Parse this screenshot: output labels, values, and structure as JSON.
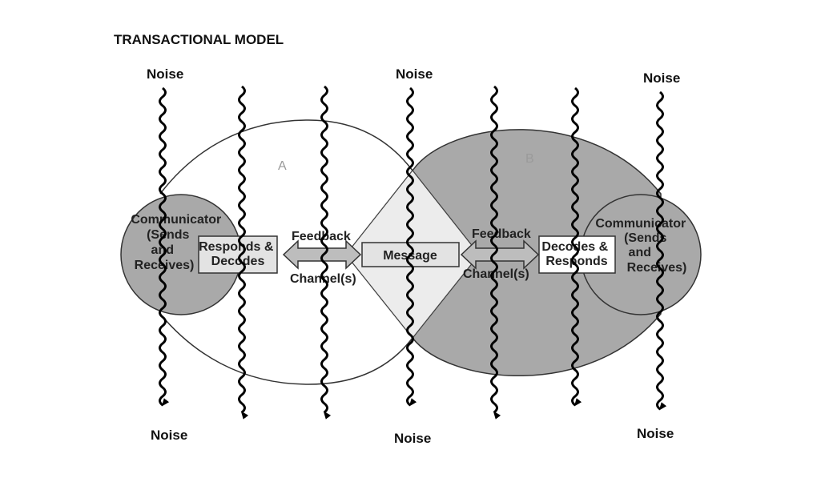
{
  "title": "TRANSACTIONAL MODEL",
  "noise_label": "Noise",
  "region_a": "A",
  "region_b": "B",
  "left_communicator": [
    "Communicator",
    "(Sends",
    "and",
    "Receives)"
  ],
  "right_communicator": [
    "Communicator",
    "(Sends",
    "and",
    "Receives)"
  ],
  "left_box": [
    "Responds &",
    "Decodes"
  ],
  "right_box": [
    "Decodes &",
    "Responds"
  ],
  "message_label": "Message",
  "feedback_label": "Feedback",
  "channel_label": "Channel(s)",
  "colors": {
    "fill_gray": "#a9a9a9",
    "light_gray": "#ececec",
    "box_fill": "#e3e3e3",
    "line": "#000000"
  }
}
